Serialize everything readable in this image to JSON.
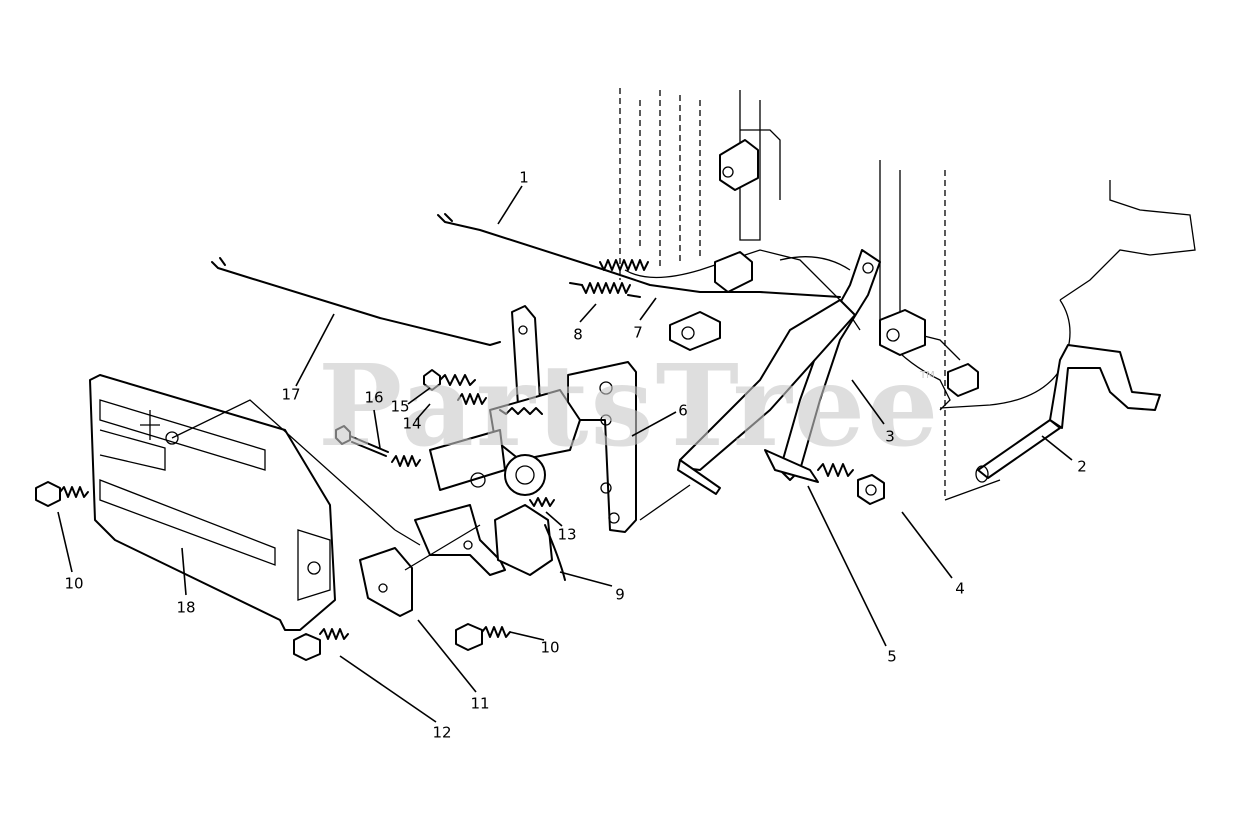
{
  "watermark": {
    "text": "PartsTree",
    "mark": "TM"
  },
  "callouts": [
    "1",
    "2",
    "3",
    "4",
    "5",
    "6",
    "7",
    "8",
    "9",
    "10",
    "10",
    "11",
    "12",
    "13",
    "14",
    "15",
    "16",
    "17",
    "18"
  ]
}
